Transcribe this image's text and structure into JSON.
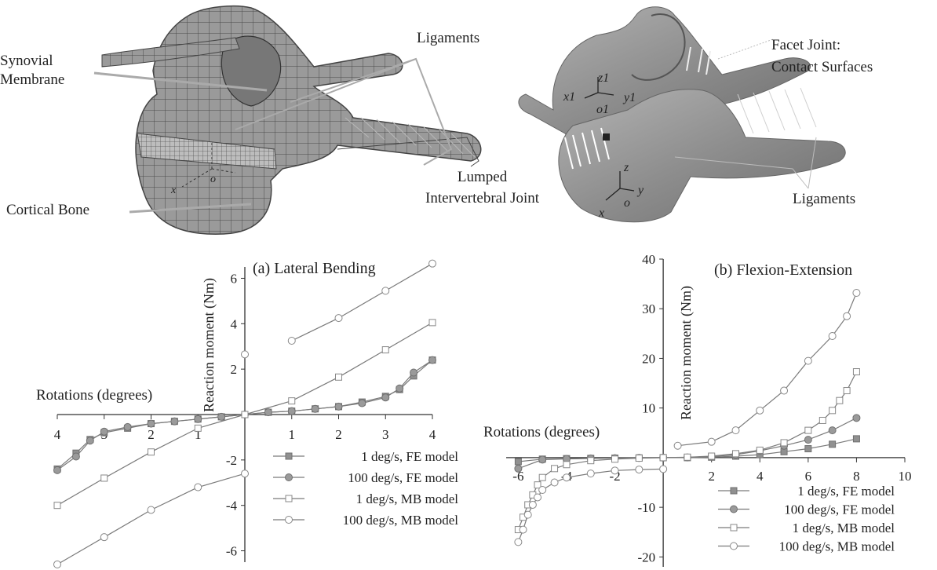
{
  "illustration": {
    "left_labels": {
      "synovial": "Synovial\nMembrane",
      "ligaments": "Ligaments",
      "cortical": "Cortical Bone"
    },
    "right_labels": {
      "facet": "Facet Joint:\nContact Surfaces",
      "lumped": "Lumped\nIntervertebral Joint",
      "ligaments": "Ligaments"
    },
    "axes_upper": {
      "z": "z1",
      "x": "x1",
      "y": "y1",
      "o": "o1"
    },
    "axes_lower": {
      "z": "z",
      "x": "x",
      "y": "y",
      "o": "o"
    },
    "axes_left": {
      "x": "x",
      "o": "o"
    }
  },
  "legend_labels": [
    "1 deg/s, FE model",
    "100 deg/s, FE model",
    "1 deg/s, MB model",
    "100 deg/s, MB model"
  ],
  "colors": {
    "series": "#7a7a7a",
    "axis": "#333333"
  },
  "chart_data": [
    {
      "type": "line",
      "title": "(a) Lateral Bending",
      "xlabel": "Rotations (degrees)",
      "ylabel": "Reaction moment (Nm)",
      "xlim": [
        -4,
        4
      ],
      "ylim": [
        -6.5,
        6.5
      ],
      "x_ticks": [
        -4,
        -3,
        -2,
        -1,
        1,
        2,
        3,
        4
      ],
      "x_tick_labels": [
        "4",
        "3",
        "2",
        "1",
        "1",
        "2",
        "3",
        "4"
      ],
      "y_ticks": [
        -6,
        -4,
        -2,
        2,
        4,
        6
      ],
      "y_tick_labels": [
        "-6",
        "-4",
        "-2",
        "2",
        "4",
        "6"
      ],
      "grid": false,
      "legend_position": "bottom-right",
      "series": [
        {
          "name": "1 deg/s, FE model",
          "marker": "filled-square",
          "x": [
            -4,
            -3.6,
            -3.3,
            -3,
            -2.5,
            -2,
            -1.5,
            -1,
            -0.5,
            0,
            0.5,
            1,
            1.5,
            2,
            2.5,
            3,
            3.3,
            3.6,
            4
          ],
          "y": [
            -2.4,
            -1.7,
            -1.1,
            -0.8,
            -0.6,
            -0.4,
            -0.3,
            -0.2,
            -0.1,
            0,
            0.1,
            0.15,
            0.25,
            0.35,
            0.55,
            0.8,
            1.1,
            1.7,
            2.4
          ]
        },
        {
          "name": "100 deg/s, FE model",
          "marker": "filled-circle",
          "x": [
            -4,
            -3.6,
            -3.3,
            -3,
            -2.5,
            -2,
            -1.5,
            -1,
            -0.5,
            0,
            0.5,
            1,
            1.5,
            2,
            2.5,
            3,
            3.3,
            3.6,
            4
          ],
          "y": [
            -2.45,
            -1.85,
            -1.15,
            -0.75,
            -0.55,
            -0.4,
            -0.3,
            -0.2,
            -0.1,
            0,
            0.1,
            0.15,
            0.25,
            0.35,
            0.5,
            0.75,
            1.15,
            1.85,
            2.4
          ]
        },
        {
          "name": "1 deg/s, MB model",
          "marker": "open-square",
          "x": [
            -4,
            -3,
            -2,
            -1,
            0,
            1,
            2,
            3,
            4
          ],
          "y": [
            -4.0,
            -2.8,
            -1.65,
            -0.6,
            0,
            0.6,
            1.65,
            2.85,
            4.05
          ]
        },
        {
          "name": "100 deg/s, MB model",
          "marker": "open-circle",
          "x": [
            -4,
            -3,
            -2,
            -1,
            0,
            1,
            2,
            3,
            4
          ],
          "y": [
            -6.6,
            -5.4,
            -4.2,
            -3.2,
            -2.6,
            3.25,
            4.25,
            5.45,
            6.65
          ],
          "segments": [
            [
              0,
              4
            ],
            [
              5,
              8
            ]
          ],
          "extra_point": {
            "x": 0,
            "y": 2.65
          }
        }
      ]
    },
    {
      "type": "line",
      "title": "(b) Flexion-Extension",
      "xlabel": "Rotations (degrees)",
      "ylabel": "Reaction moment (Nm)",
      "xlim": [
        -6.5,
        10
      ],
      "ylim": [
        -22,
        40
      ],
      "x_ticks": [
        -6,
        -4,
        -2,
        2,
        4,
        6,
        8,
        10
      ],
      "x_tick_labels": [
        "-6",
        "-4",
        "-2",
        "2",
        "4",
        "6",
        "8",
        "10"
      ],
      "y_ticks": [
        -20,
        -10,
        10,
        20,
        30,
        40
      ],
      "y_tick_labels": [
        "-20",
        "-10",
        "10",
        "20",
        "30",
        "40"
      ],
      "grid": false,
      "legend_position": "bottom-right",
      "series": [
        {
          "name": "1 deg/s, FE model",
          "marker": "filled-square",
          "x": [
            -6,
            -5,
            -4,
            -3,
            -2,
            -1,
            0,
            1,
            2,
            3,
            4,
            5,
            6,
            7,
            8
          ],
          "y": [
            -0.8,
            -0.3,
            -0.2,
            -0.15,
            -0.1,
            -0.05,
            0,
            0,
            0.1,
            0.3,
            0.6,
            1.2,
            1.8,
            2.7,
            3.8
          ]
        },
        {
          "name": "100 deg/s, FE model",
          "marker": "filled-circle",
          "x": [
            -6,
            -5,
            -4,
            -3,
            -2,
            -1,
            0,
            1,
            2,
            3,
            4,
            5,
            6,
            7,
            8
          ],
          "y": [
            -2.2,
            -0.4,
            -0.25,
            -0.15,
            -0.1,
            -0.05,
            0,
            0.05,
            0.2,
            0.6,
            1.4,
            2.4,
            3.6,
            5.5,
            8.0
          ]
        },
        {
          "name": "1 deg/s, MB model",
          "marker": "open-square",
          "x": [
            -6,
            -5.8,
            -5.6,
            -5.4,
            -5.2,
            -5,
            -4.5,
            -4,
            -3,
            -2,
            -1,
            0,
            1,
            2,
            3,
            4,
            5,
            6,
            6.6,
            7,
            7.3,
            7.6,
            8
          ],
          "y": [
            -14.5,
            -12.0,
            -9.5,
            -7.5,
            -5.5,
            -4.0,
            -2.2,
            -1.4,
            -0.6,
            -0.3,
            -0.1,
            0,
            0.1,
            0.3,
            0.8,
            1.5,
            3.0,
            5.5,
            7.5,
            9.5,
            11.5,
            13.5,
            17.3
          ]
        },
        {
          "name": "100 deg/s, MB model",
          "marker": "open-circle",
          "x": [
            -6,
            -5.8,
            -5.6,
            -5.4,
            -5.2,
            -5,
            -4.5,
            -4,
            -3,
            -2,
            -1,
            0,
            0.6,
            2,
            3,
            4,
            5,
            6,
            7,
            7.6,
            8
          ],
          "y": [
            -17.0,
            -14.5,
            -11.5,
            -9.5,
            -8.0,
            -6.5,
            -5.0,
            -4.0,
            -3.2,
            -2.6,
            -2.4,
            -2.3,
            2.4,
            3.2,
            5.5,
            9.5,
            13.5,
            19.5,
            24.5,
            28.5,
            33.2
          ],
          "segments": [
            [
              0,
              11
            ],
            [
              12,
              20
            ]
          ]
        }
      ]
    }
  ]
}
